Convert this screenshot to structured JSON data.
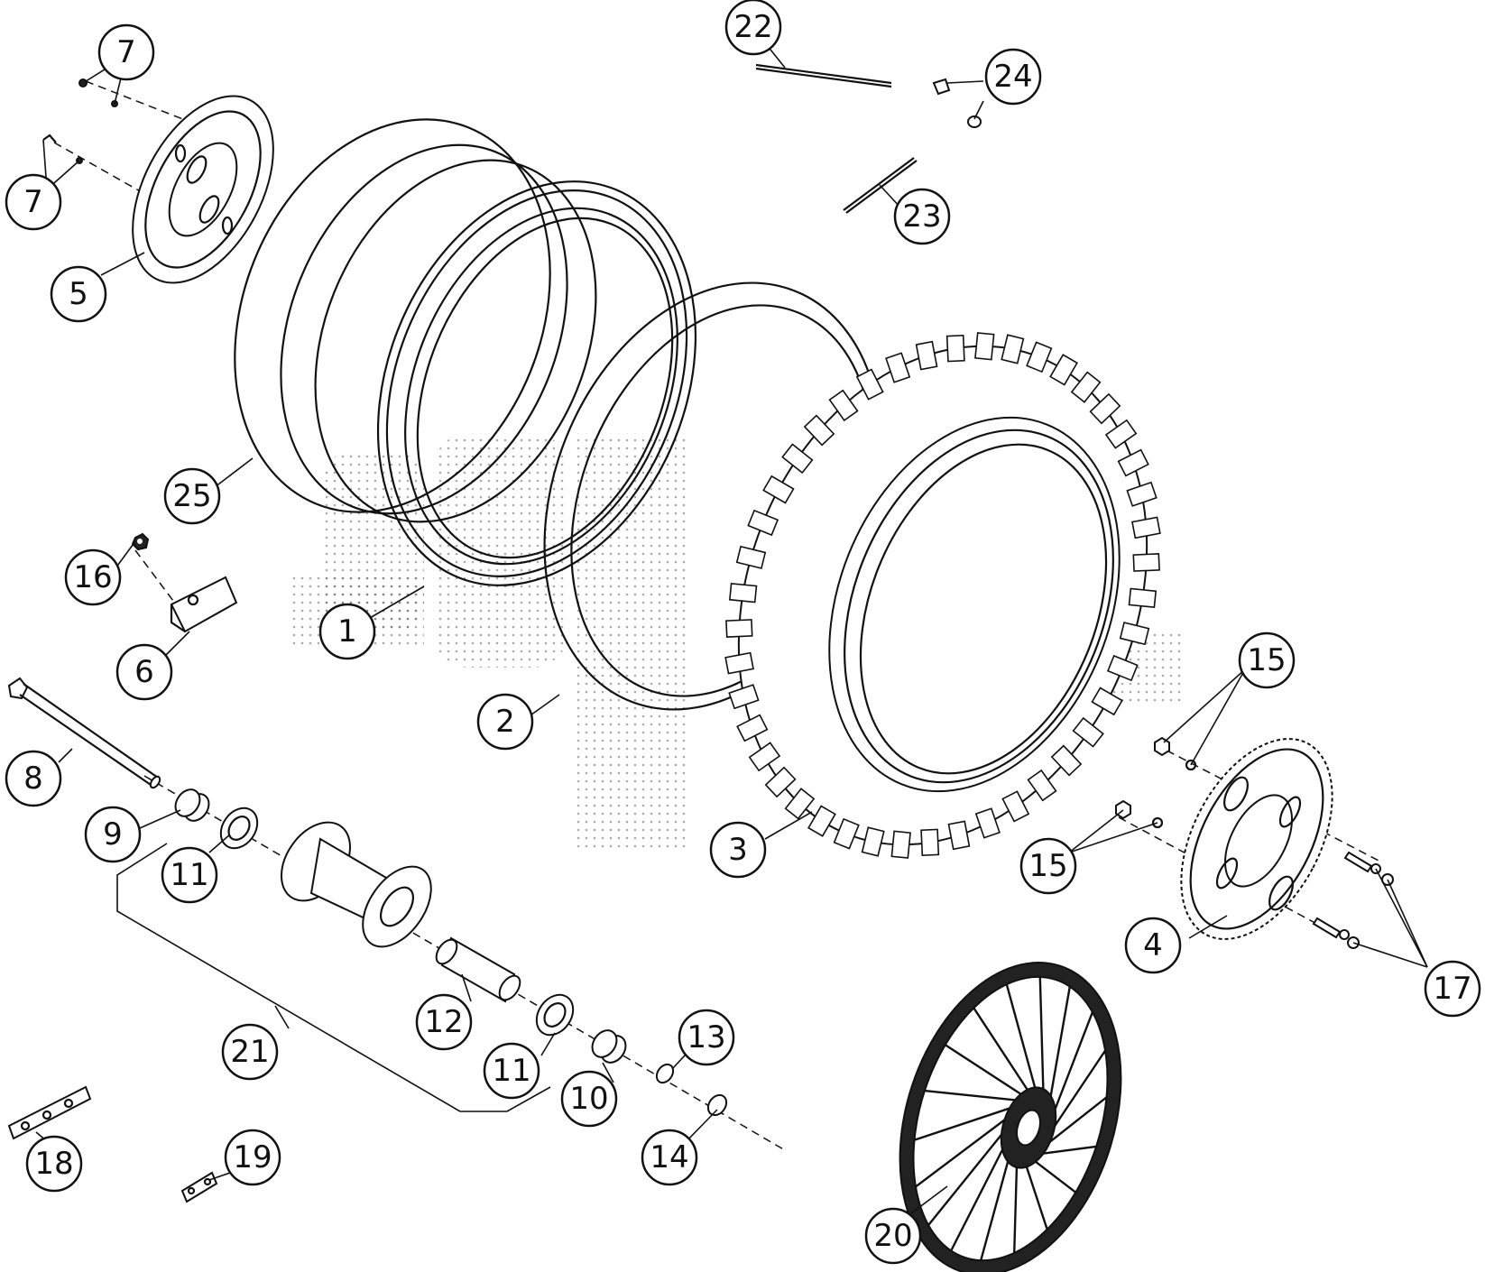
{
  "callouts": [
    {
      "id": "c7a",
      "label": "7"
    },
    {
      "id": "c7b",
      "label": "7"
    },
    {
      "id": "c5",
      "label": "5"
    },
    {
      "id": "c25",
      "label": "25"
    },
    {
      "id": "c16",
      "label": "16"
    },
    {
      "id": "c6",
      "label": "6"
    },
    {
      "id": "c1",
      "label": "1"
    },
    {
      "id": "c2",
      "label": "2"
    },
    {
      "id": "c8",
      "label": "8"
    },
    {
      "id": "c9",
      "label": "9"
    },
    {
      "id": "c11a",
      "label": "11"
    },
    {
      "id": "c12",
      "label": "12"
    },
    {
      "id": "c11b",
      "label": "11"
    },
    {
      "id": "c21",
      "label": "21"
    },
    {
      "id": "c10",
      "label": "10"
    },
    {
      "id": "c13",
      "label": "13"
    },
    {
      "id": "c14",
      "label": "14"
    },
    {
      "id": "c18",
      "label": "18"
    },
    {
      "id": "c19",
      "label": "19"
    },
    {
      "id": "c22",
      "label": "22"
    },
    {
      "id": "c24",
      "label": "24"
    },
    {
      "id": "c23",
      "label": "23"
    },
    {
      "id": "c3",
      "label": "3"
    },
    {
      "id": "c15a",
      "label": "15"
    },
    {
      "id": "c15b",
      "label": "15"
    },
    {
      "id": "c4",
      "label": "4"
    },
    {
      "id": "c17",
      "label": "17"
    },
    {
      "id": "c20",
      "label": "20"
    }
  ]
}
